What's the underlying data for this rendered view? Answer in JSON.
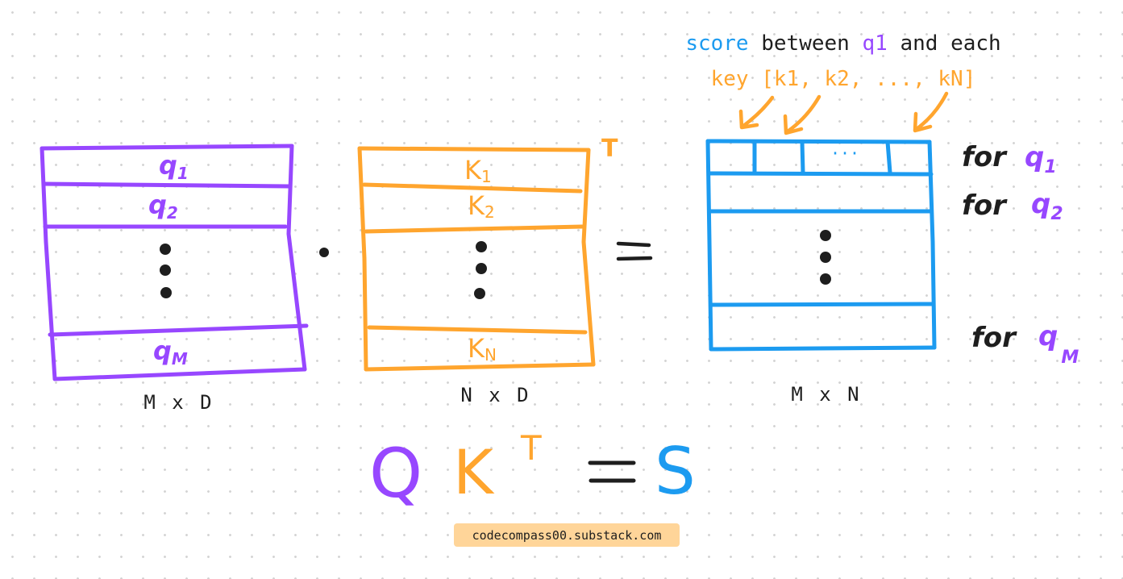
{
  "colors": {
    "query": "#9747ff",
    "key": "#ffa52e",
    "score": "#1c9bf0",
    "ink": "#1e1e1e",
    "footer_bg": "#ffd599"
  },
  "caption": {
    "score_word": "score",
    "between": "between",
    "q1": "q1",
    "and_each": "and each",
    "line2": "key [k1, k2, ..., kN]"
  },
  "matrix_q": {
    "rows": [
      "q1",
      "q2",
      "qM"
    ],
    "dims": "M x D"
  },
  "operators": {
    "dot": "·",
    "equals": "="
  },
  "matrix_k": {
    "rows": [
      "K1",
      "K2",
      "KN"
    ],
    "transpose": "T",
    "dims": "N x D"
  },
  "matrix_s": {
    "ellipsis": "···",
    "dims": "M x N",
    "row_labels": [
      {
        "prefix": "for",
        "q": "q",
        "sub": "1"
      },
      {
        "prefix": "for",
        "q": "q",
        "sub": "2"
      },
      {
        "prefix": "for",
        "q": "q",
        "sub": "M"
      }
    ]
  },
  "equation": {
    "q": "Q",
    "k": "K",
    "t": "T",
    "eq": "=",
    "s": "S"
  },
  "footer": "codecompass00.substack.com"
}
